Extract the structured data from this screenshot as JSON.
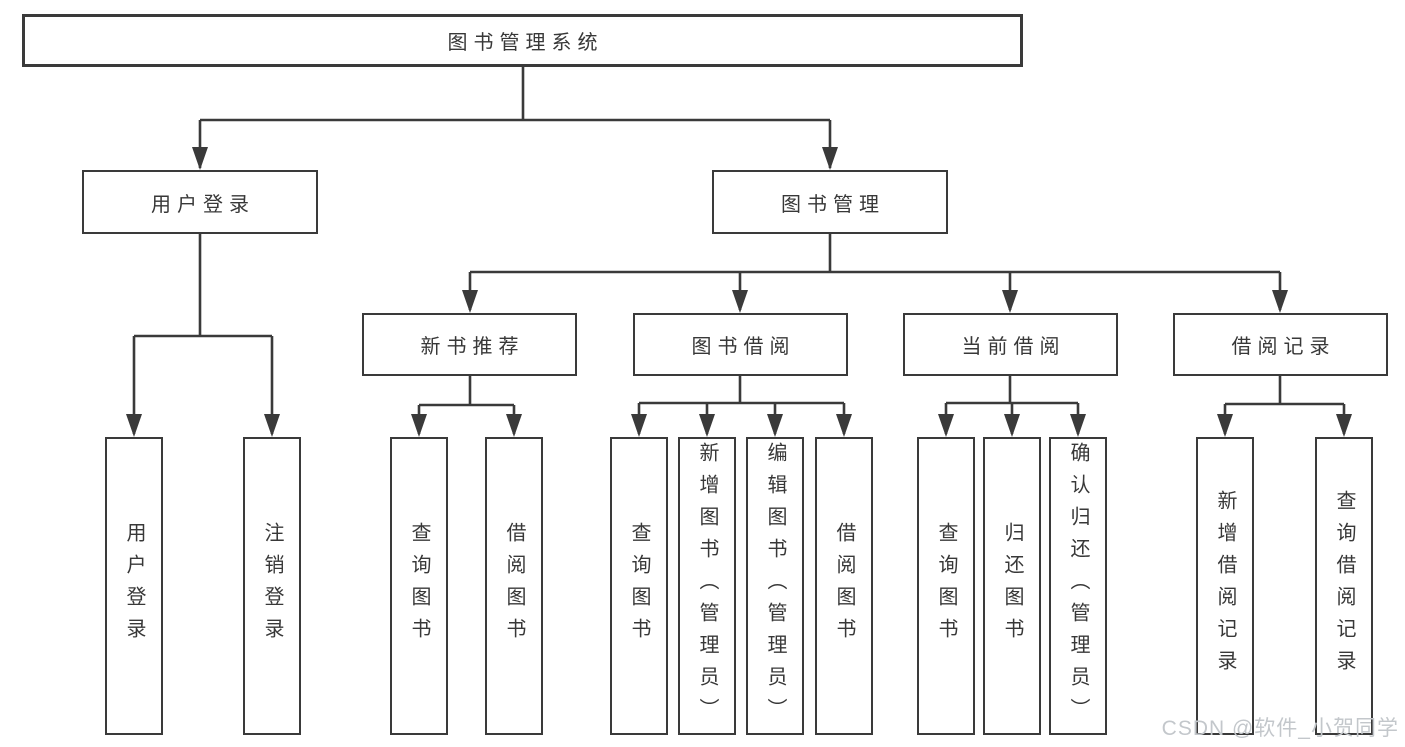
{
  "diagram": {
    "root": {
      "label": "图书管理系统"
    },
    "level2": [
      {
        "label": "用户登录"
      },
      {
        "label": "图书管理"
      }
    ],
    "level3": [
      {
        "label": "新书推荐"
      },
      {
        "label": "图书借阅"
      },
      {
        "label": "当前借阅"
      },
      {
        "label": "借阅记录"
      }
    ],
    "leaves": {
      "user_login": [
        "用户登录",
        "注销登录"
      ],
      "new_book": [
        "查询图书",
        "借阅图书"
      ],
      "book_borrow": [
        "查询图书",
        "新增图书（管理员）",
        "编辑图书（管理员）",
        "借阅图书"
      ],
      "current_borrow": [
        "查询图书",
        "归还图书",
        "确认归还（管理员）"
      ],
      "borrow_record": [
        "新增借阅记录",
        "查询借阅记录"
      ]
    }
  },
  "watermark": {
    "text": "CSDN @软件_小贺同学"
  },
  "colors": {
    "line": "#3a3a3a",
    "text": "#383838",
    "background": "#ffffff",
    "watermark": "#c3c7cb"
  }
}
